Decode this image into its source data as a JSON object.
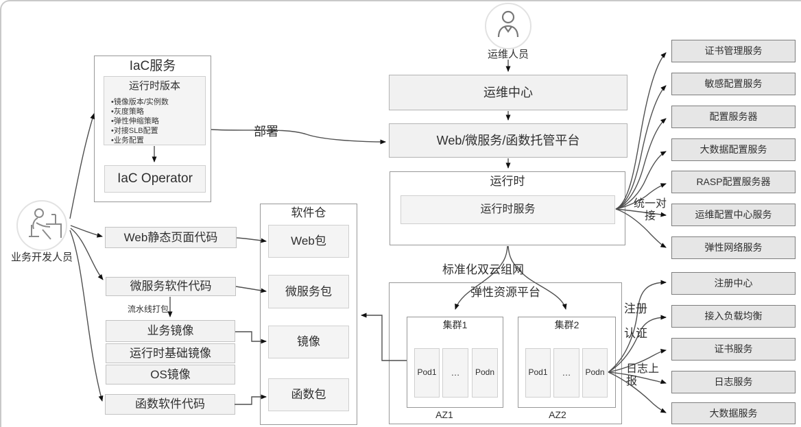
{
  "developer_label": "业务开发人员",
  "ops_label": "运维人员",
  "iac": {
    "title": "IaC服务",
    "runtime_version_title": "运行时版本",
    "bullets": [
      "•镜像版本/实例数",
      "•灰度策略",
      "•弹性伸缩策略",
      "•对接SLB配置",
      "•业务配置"
    ],
    "operator": "IaC Operator"
  },
  "left_boxes": {
    "web_code": "Web静态页面代码",
    "micro_code": "微服务软件代码",
    "biz_image": "业务镜像",
    "runtime_base_image": "运行时基础镜像",
    "os_image": "OS镜像",
    "func_code": "函数软件代码"
  },
  "repo": {
    "title": "软件仓",
    "web_pkg": "Web包",
    "micro_pkg": "微服务包",
    "image_pkg": "镜像",
    "func_pkg": "函数包"
  },
  "center": {
    "ops_center": "运维中心",
    "hosting": "Web/微服务/函数托管平台",
    "runtime_title": "运行时",
    "runtime_service": "运行时服务"
  },
  "elastic": {
    "title": "弹性资源平台",
    "cluster1": "集群1",
    "cluster2": "集群2",
    "pod1": "Pod1",
    "dots": "…",
    "podn": "Podn",
    "az1": "AZ1",
    "az2": "AZ2"
  },
  "right_services": [
    "证书管理服务",
    "敏感配置服务",
    "配置服务器",
    "大数据配置服务",
    "RASP配置服务器",
    "运维配置中心服务",
    "弹性网络服务",
    "注册中心",
    "接入负载均衡",
    "证书服务",
    "日志服务",
    "大数据服务"
  ],
  "edge_labels": {
    "deploy": "部署",
    "pipeline": "流水线打包",
    "dual_cloud": "标准化双云组网",
    "unified": "统一对\n接",
    "register": "注册",
    "auth": "认证",
    "log_report": "日志上\n报"
  }
}
